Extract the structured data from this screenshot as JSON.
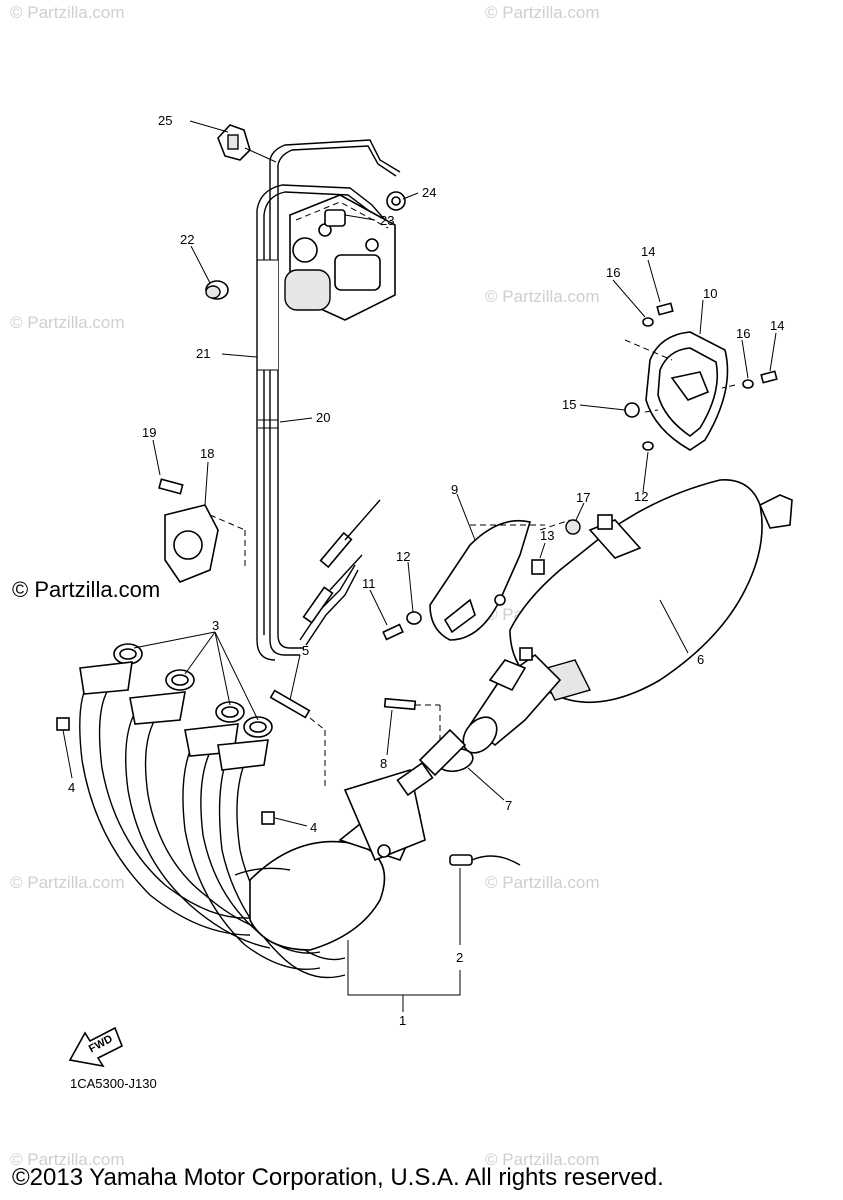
{
  "watermarks": {
    "faint": "© Partzilla.com",
    "main": "© Partzilla.com"
  },
  "diagram_code": "1CA5300-J130",
  "copyright": "©2013 Yamaha Motor Corporation, U.S.A. All rights reserved.",
  "fwd_label": "FWD",
  "callouts": [
    "1",
    "2",
    "3",
    "4",
    "4",
    "5",
    "6",
    "7",
    "8",
    "9",
    "10",
    "11",
    "12",
    "12",
    "13",
    "14",
    "14",
    "15",
    "16",
    "16",
    "17",
    "18",
    "19",
    "20",
    "21",
    "22",
    "23",
    "24",
    "25"
  ]
}
